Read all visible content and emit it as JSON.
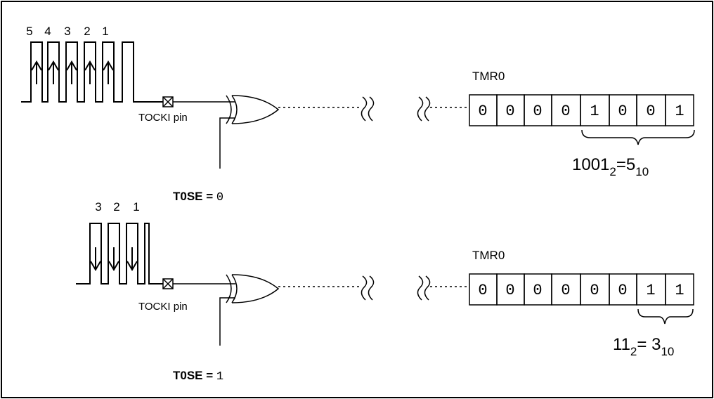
{
  "top": {
    "pulse_numbers": [
      "5",
      "4",
      "3",
      "2",
      "1"
    ],
    "register_label": "TMR0",
    "register_bits": [
      "0",
      "0",
      "0",
      "0",
      "1",
      "0",
      "0",
      "1"
    ],
    "pin_label": "TOCKI pin",
    "tose_label": "T0SE = ",
    "tose_value": "0",
    "result": {
      "binary": "1001",
      "binary_sub": "2",
      "eq": "=",
      "decimal": "5",
      "decimal_sub": "10"
    }
  },
  "bottom": {
    "pulse_numbers": [
      "3",
      "2",
      "1"
    ],
    "register_label": "TMR0",
    "register_bits": [
      "0",
      "0",
      "0",
      "0",
      "0",
      "0",
      "1",
      "1"
    ],
    "pin_label": "TOCKI pin",
    "tose_label": "T0SE = ",
    "tose_value": "1",
    "result": {
      "binary": "11",
      "binary_sub": "2",
      "eq": "= ",
      "decimal": "3",
      "decimal_sub": "10"
    }
  }
}
